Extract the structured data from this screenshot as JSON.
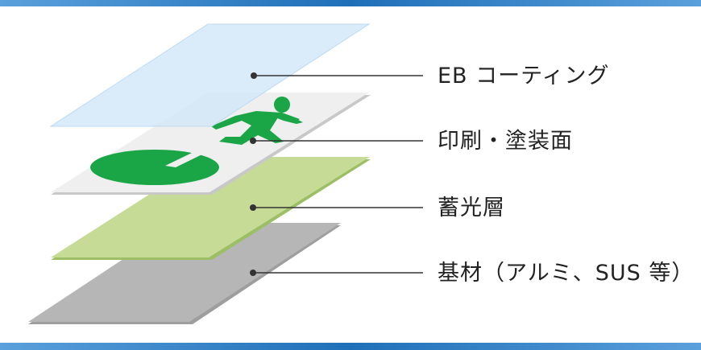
{
  "layers": [
    {
      "id": "eb",
      "label": "EB コーティング",
      "color": "#cfe7f9"
    },
    {
      "id": "print",
      "label": "印刷・塗装面",
      "color": "#efefef"
    },
    {
      "id": "luminous",
      "label": "蓄光層",
      "color": "#c6dc96"
    },
    {
      "id": "base",
      "label": "基材（アルミ、SUS 等）",
      "color": "#b6b6b6"
    }
  ],
  "colors": {
    "accent_bar": "#1f6fb8",
    "pictogram": "#1aa547",
    "leader_line": "#333333"
  },
  "icons": {
    "pictogram": "running-person-exit-pictogram"
  }
}
